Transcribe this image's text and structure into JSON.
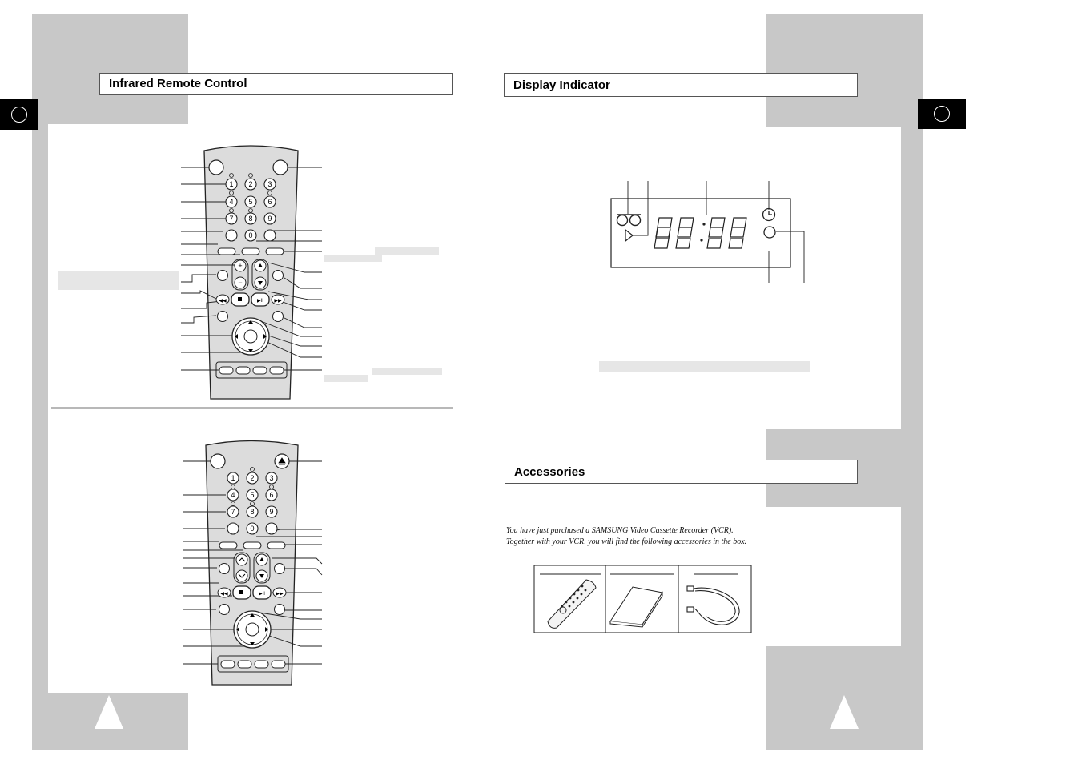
{
  "left_page": {
    "section_title": "Infrared Remote Control",
    "lang_tab_icon": "circle-icon",
    "page_marker_icon": "triangle-icon",
    "remotes": [
      {
        "keypad_digits": [
          "1",
          "2",
          "3",
          "4",
          "5",
          "6",
          "7",
          "8",
          "9",
          "0"
        ],
        "top_right_icon": "power-icon"
      },
      {
        "keypad_digits": [
          "1",
          "2",
          "3",
          "4",
          "5",
          "6",
          "7",
          "8",
          "9",
          "0"
        ],
        "top_right_icon": "eject-icon"
      }
    ]
  },
  "right_page": {
    "display_title": "Display Indicator",
    "display_icons": [
      "cassette-icon",
      "play-indicator-icon",
      "clock-icon",
      "record-indicator-icon"
    ],
    "accessories_title": "Accessories",
    "accessories_text_line1": "You have just purchased a SAMSUNG Video Cassette Recorder (VCR).",
    "accessories_text_line2": "Together with your VCR, you will find the following accessories in the box.",
    "accessory_icons": [
      "remote-control-icon",
      "user-manual-icon",
      "rf-cable-icon"
    ],
    "lang_tab_icon": "circle-icon",
    "page_marker_icon": "triangle-icon"
  }
}
